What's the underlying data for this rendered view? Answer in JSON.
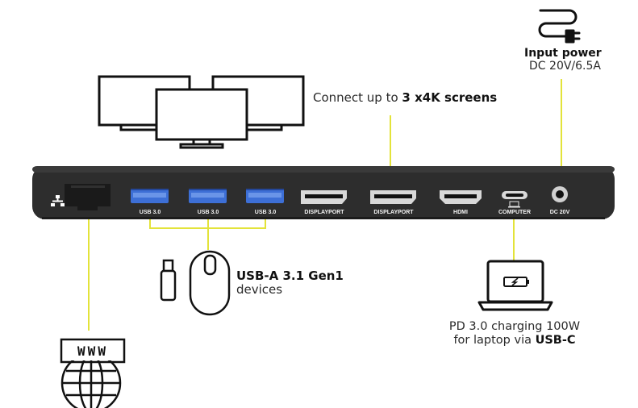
{
  "screens": {
    "text_prefix": "Connect up to ",
    "text_strong": "3 x4K screens"
  },
  "power": {
    "title": "Input power",
    "spec": "DC 20V/6.5A",
    "icon": "power-plug-icon"
  },
  "ports": [
    {
      "label": "USB 3.0",
      "icon": "usb-a-port"
    },
    {
      "label": "USB 3.0",
      "icon": "usb-a-port"
    },
    {
      "label": "USB 3.0",
      "icon": "usb-a-port"
    },
    {
      "label": "DISPLAYPORT",
      "icon": "displayport-port"
    },
    {
      "label": "DISPLAYPORT",
      "icon": "displayport-port"
    },
    {
      "label": "HDMI",
      "icon": "hdmi-port"
    },
    {
      "label": "COMPUTER",
      "icon": "usb-c-port"
    },
    {
      "label": "DC 20V",
      "icon": "dc-jack"
    }
  ],
  "usb_devices": {
    "title": "USB-A 3.1 Gen1",
    "subtitle": "devices",
    "icons": [
      "usb-stick-icon",
      "mouse-icon"
    ]
  },
  "laptop": {
    "line1": "PD 3.0 charging 100W",
    "line2_prefix": "for laptop via ",
    "line2_strong": "USB-C",
    "icon": "laptop-battery-icon"
  },
  "network": {
    "www_label": "WWW",
    "icon": "globe-icon"
  },
  "colors": {
    "accent_line": "#e3e33a",
    "dock_body": "#2d2d2d",
    "port_blue": "#3d6fd6"
  }
}
